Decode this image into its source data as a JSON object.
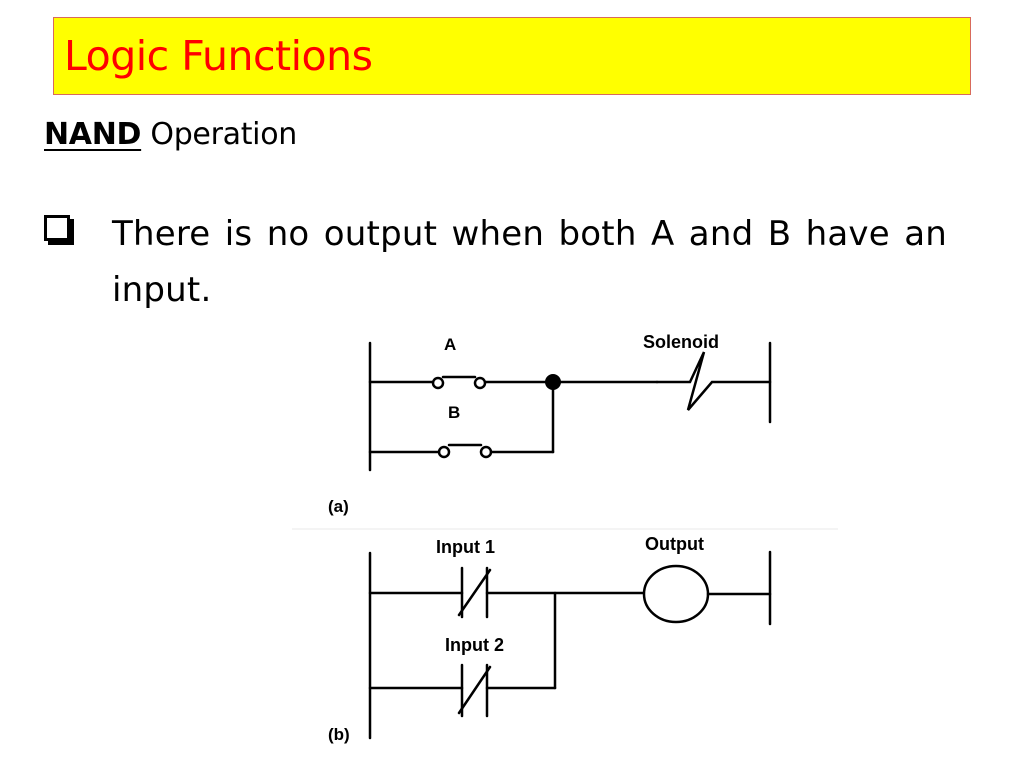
{
  "slide": {
    "title": "Logic Functions",
    "subheading_op": "NAND",
    "subheading_rest": " Operation",
    "bullet": "There is no output when both A and B have an input."
  },
  "diagram_a": {
    "caption": "(a)",
    "contact_a_label": "A",
    "contact_b_label": "B",
    "coil_label": "Solenoid"
  },
  "diagram_b": {
    "caption": "(b)",
    "input1_label": "Input 1",
    "input2_label": "Input 2",
    "output_label": "Output"
  },
  "colors": {
    "title_background": "#ffff00",
    "title_text": "#ff0000",
    "title_border": "#d86a5c"
  },
  "icons": {
    "bullet": "square-checkbox-icon"
  }
}
